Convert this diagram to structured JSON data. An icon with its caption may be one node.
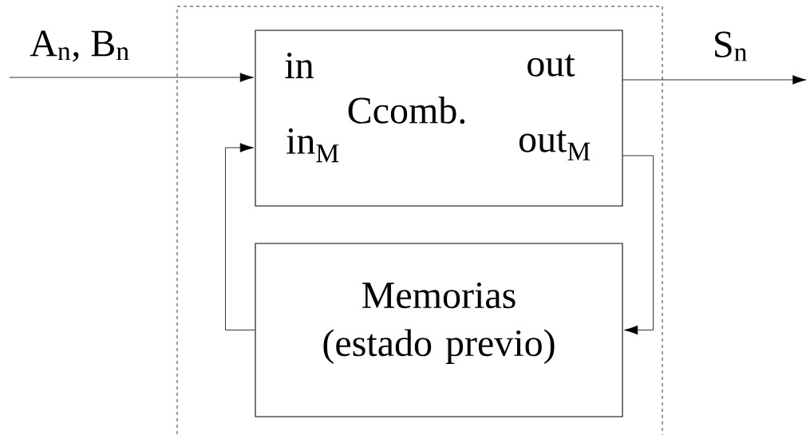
{
  "diagram": {
    "nodes": [
      {
        "text": [],
        "shape": "box"
      },
      {
        "text": [
          "in",
          "out",
          "Ccomb.",
          "in$_{M}$",
          "out$_{M}$"
        ],
        "in": 0
      },
      {
        "text": [
          "Memorias (estado previo)"
        ],
        "in": 0
      }
    ],
    "edges": [
      {
        "from": null,
        "to": 1,
        "arrow": "to",
        "label": "A$_{n}$, B$_{n}$"
      },
      {
        "from": 1,
        "to": null,
        "arrow": "to",
        "label": "S$_{n}$"
      },
      {
        "from": 1,
        "to": 2,
        "arrow": "to"
      },
      {
        "from": 2,
        "to": 1,
        "arrow": "to"
      }
    ]
  }
}
